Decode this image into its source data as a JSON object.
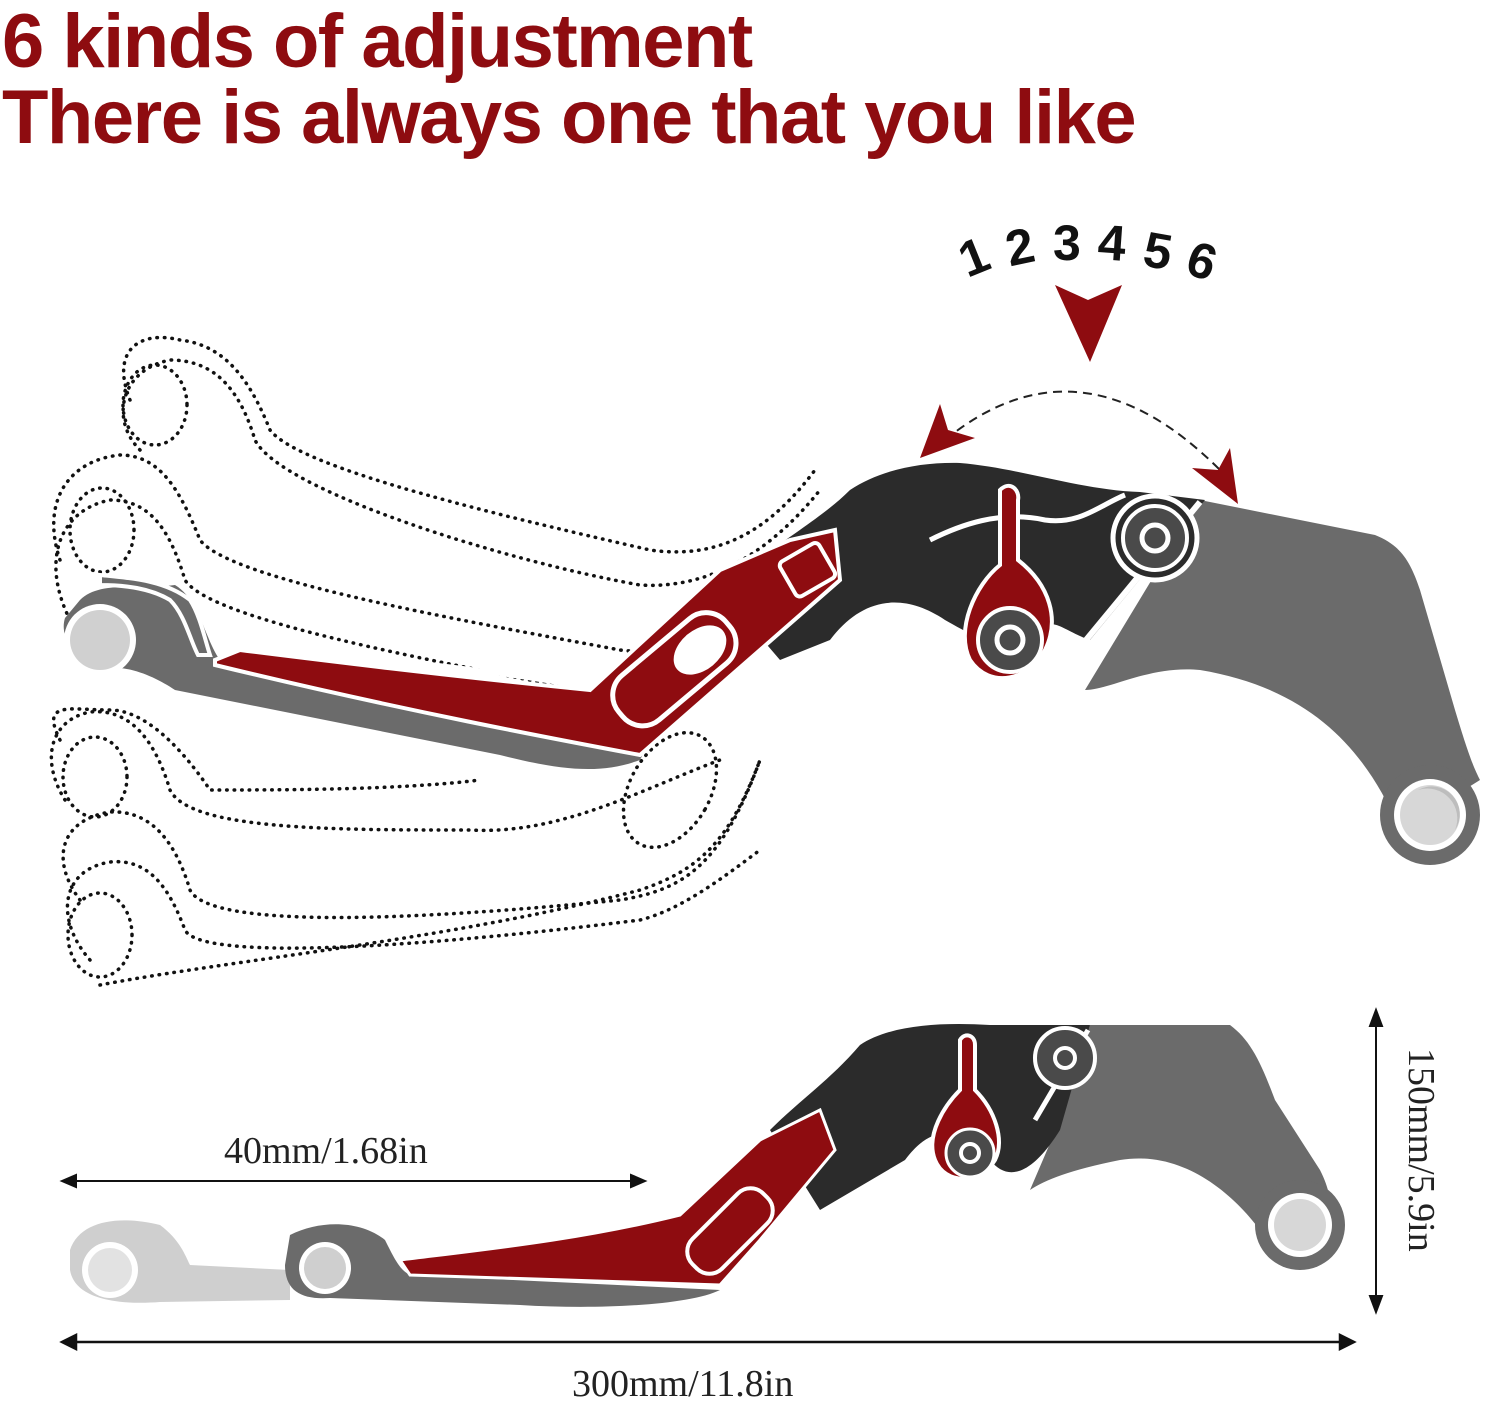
{
  "headline": {
    "line1": "6 kinds of adjustment",
    "line2": "There is always one that you like"
  },
  "adjustment": {
    "positions": [
      "1",
      "2",
      "3",
      "4",
      "5",
      "6"
    ],
    "indicator_icon": "down-arrow-icon",
    "swing_icon": "double-curved-arrow-icon"
  },
  "dimensions": {
    "extension": "40mm/1.68in",
    "total_length": "300mm/11.8in",
    "height": "150mm/5.9in"
  },
  "colors": {
    "accent_red": "#8e0c10",
    "dark_body": "#2b2b2b",
    "gray_body": "#6b6b6b",
    "light_gray": "#bdbdbd",
    "text_dark": "#222222"
  }
}
